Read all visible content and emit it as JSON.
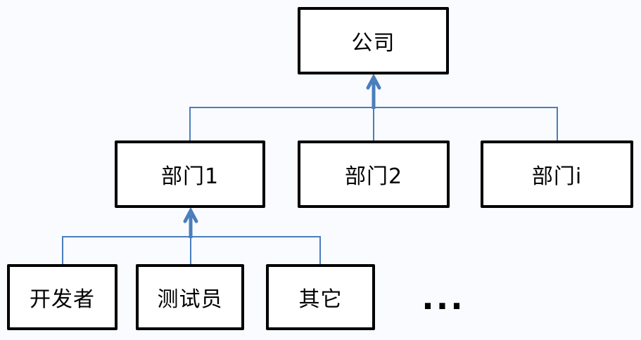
{
  "colors": {
    "connector": "#4a7ebb",
    "box_border": "#000000",
    "box_fill": "#ffffff",
    "background": "#fafbfe",
    "text": "#000000"
  },
  "diagram": {
    "root": {
      "label": "公司"
    },
    "departments": [
      {
        "label": "部门1"
      },
      {
        "label": "部门2"
      },
      {
        "label": "部门i"
      }
    ],
    "roles": [
      {
        "label": "开发者"
      },
      {
        "label": "测试员"
      },
      {
        "label": "其它"
      }
    ],
    "ellipsis": "...",
    "edges": [
      {
        "from": "部门1",
        "to": "公司",
        "arrow": true
      },
      {
        "from": "部门2",
        "to": "公司",
        "arrow": false
      },
      {
        "from": "部门i",
        "to": "公司",
        "arrow": false
      },
      {
        "from": "开发者",
        "to": "部门1",
        "arrow": true
      },
      {
        "from": "测试员",
        "to": "部门1",
        "arrow": false
      },
      {
        "from": "其它",
        "to": "部门1",
        "arrow": false
      }
    ]
  }
}
